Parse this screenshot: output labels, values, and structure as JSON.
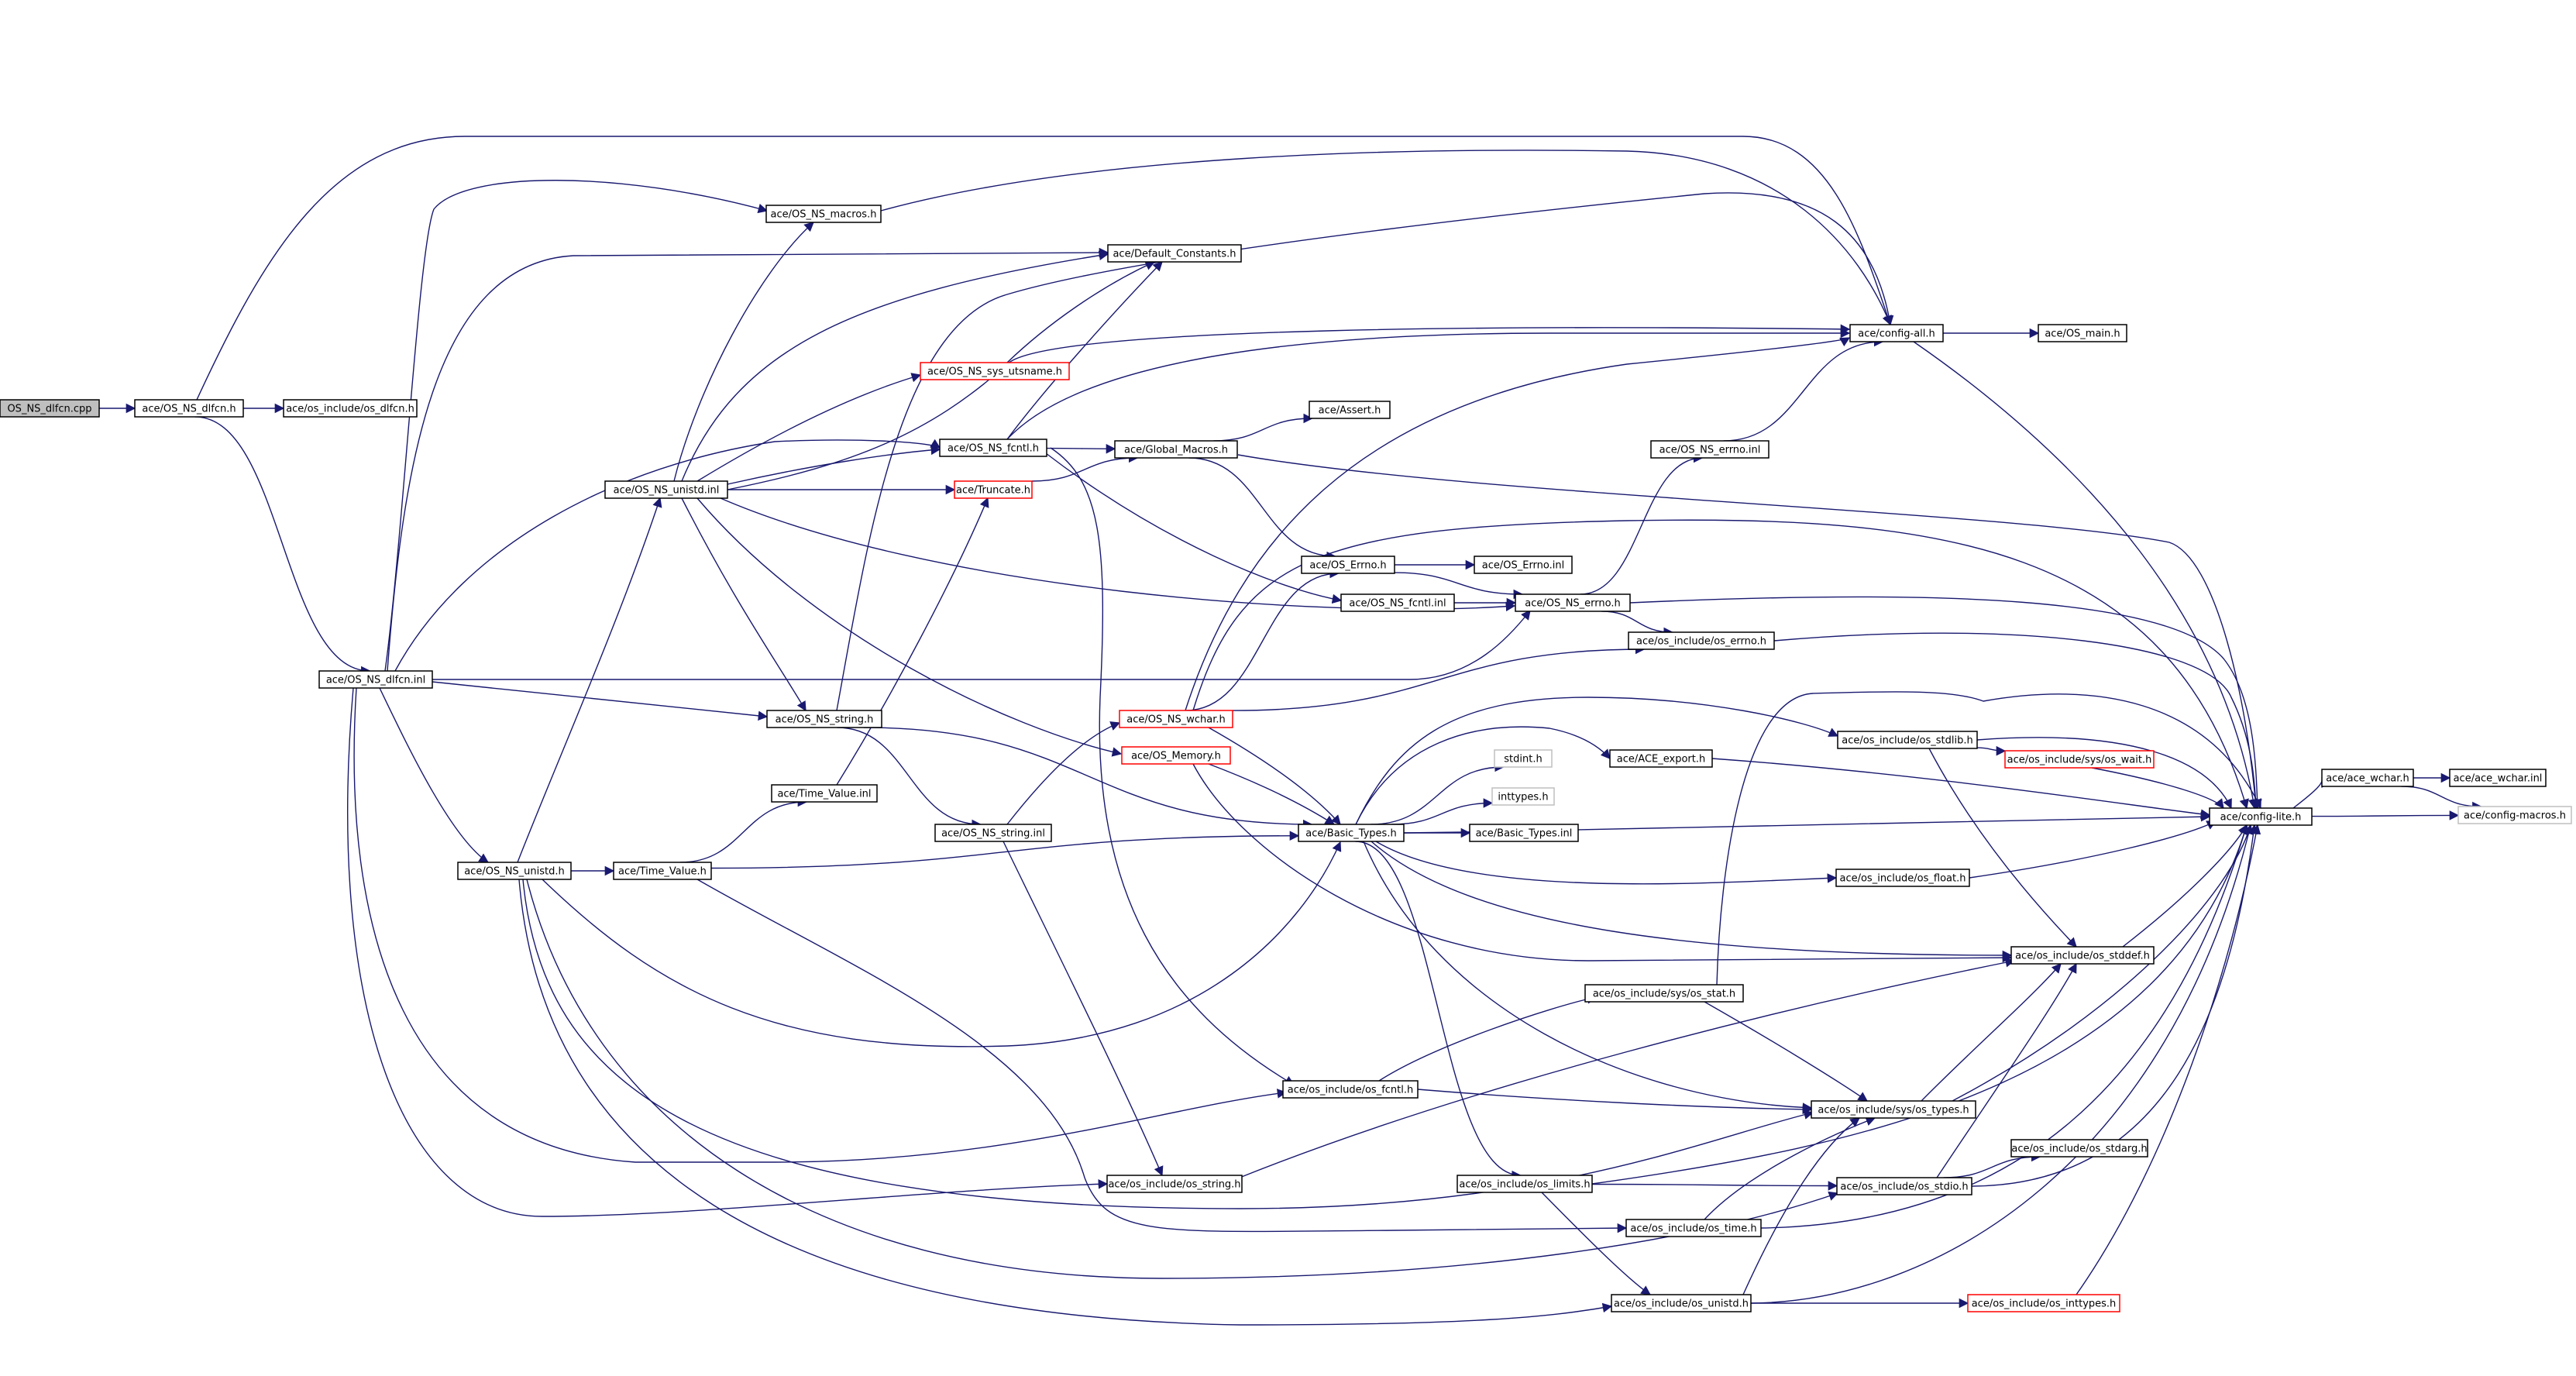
{
  "colors": {
    "edge": "#191970",
    "node_border": "#000000",
    "node_border_incomplete": "#ff0000",
    "node_border_external": "#bfbfbf",
    "root_fill": "#bfbfbf",
    "node_fill": "#ffffff"
  },
  "nodes": [
    {
      "id": "root",
      "label": "OS_NS_dlfcn.cpp",
      "style": "root"
    },
    {
      "id": "dlfcn_h",
      "label": "ace/OS_NS_dlfcn.h",
      "style": "normal"
    },
    {
      "id": "os_dlfcn",
      "label": "ace/os_include/os_dlfcn.h",
      "style": "normal"
    },
    {
      "id": "dlfcn_inl",
      "label": "ace/OS_NS_dlfcn.inl",
      "style": "normal"
    },
    {
      "id": "macros",
      "label": "ace/OS_NS_macros.h",
      "style": "normal"
    },
    {
      "id": "defconst",
      "label": "ace/Default_Constants.h",
      "style": "normal"
    },
    {
      "id": "utsname",
      "label": "ace/OS_NS_sys_utsname.h",
      "style": "incomplete"
    },
    {
      "id": "fcntl_h",
      "label": "ace/OS_NS_fcntl.h",
      "style": "normal"
    },
    {
      "id": "unistd_inl",
      "label": "ace/OS_NS_unistd.inl",
      "style": "normal"
    },
    {
      "id": "truncate",
      "label": "ace/Truncate.h",
      "style": "incomplete"
    },
    {
      "id": "global_macros",
      "label": "ace/Global_Macros.h",
      "style": "normal"
    },
    {
      "id": "assert",
      "label": "ace/Assert.h",
      "style": "normal"
    },
    {
      "id": "config_all",
      "label": "ace/config-all.h",
      "style": "normal"
    },
    {
      "id": "os_main",
      "label": "ace/OS_main.h",
      "style": "normal"
    },
    {
      "id": "errno_inl",
      "label": "ace/OS_NS_errno.inl",
      "style": "normal"
    },
    {
      "id": "os_errno_h",
      "label": "ace/OS_Errno.h",
      "style": "normal"
    },
    {
      "id": "os_errno_inl",
      "label": "ace/OS_Errno.inl",
      "style": "normal"
    },
    {
      "id": "fcntl_inl",
      "label": "ace/OS_NS_fcntl.inl",
      "style": "normal"
    },
    {
      "id": "errno_h",
      "label": "ace/OS_NS_errno.h",
      "style": "normal"
    },
    {
      "id": "os_include_errno",
      "label": "ace/os_include/os_errno.h",
      "style": "normal"
    },
    {
      "id": "string_h",
      "label": "ace/OS_NS_string.h",
      "style": "normal"
    },
    {
      "id": "wchar_h",
      "label": "ace/OS_NS_wchar.h",
      "style": "incomplete"
    },
    {
      "id": "memory",
      "label": "ace/OS_Memory.h",
      "style": "incomplete"
    },
    {
      "id": "tv_inl",
      "label": "ace/Time_Value.inl",
      "style": "normal"
    },
    {
      "id": "string_inl",
      "label": "ace/OS_NS_string.inl",
      "style": "normal"
    },
    {
      "id": "unistd_h",
      "label": "ace/OS_NS_unistd.h",
      "style": "normal"
    },
    {
      "id": "tv_h",
      "label": "ace/Time_Value.h",
      "style": "normal"
    },
    {
      "id": "basic_types",
      "label": "ace/Basic_Types.h",
      "style": "normal"
    },
    {
      "id": "stdint",
      "label": "stdint.h",
      "style": "external"
    },
    {
      "id": "inttypes",
      "label": "inttypes.h",
      "style": "external"
    },
    {
      "id": "basic_types_inl",
      "label": "ace/Basic_Types.inl",
      "style": "normal"
    },
    {
      "id": "ace_export",
      "label": "ace/ACE_export.h",
      "style": "normal"
    },
    {
      "id": "os_stdlib",
      "label": "ace/os_include/os_stdlib.h",
      "style": "normal"
    },
    {
      "id": "os_wait",
      "label": "ace/os_include/sys/os_wait.h",
      "style": "incomplete"
    },
    {
      "id": "os_float",
      "label": "ace/os_include/os_float.h",
      "style": "normal"
    },
    {
      "id": "os_stddef",
      "label": "ace/os_include/os_stddef.h",
      "style": "normal"
    },
    {
      "id": "sys_stat",
      "label": "ace/os_include/sys/os_stat.h",
      "style": "normal"
    },
    {
      "id": "os_fcntl",
      "label": "ace/os_include/os_fcntl.h",
      "style": "normal"
    },
    {
      "id": "sys_types",
      "label": "ace/os_include/sys/os_types.h",
      "style": "normal"
    },
    {
      "id": "os_string",
      "label": "ace/os_include/os_string.h",
      "style": "normal"
    },
    {
      "id": "os_limits",
      "label": "ace/os_include/os_limits.h",
      "style": "normal"
    },
    {
      "id": "os_stdio",
      "label": "ace/os_include/os_stdio.h",
      "style": "normal"
    },
    {
      "id": "os_stdarg",
      "label": "ace/os_include/os_stdarg.h",
      "style": "normal"
    },
    {
      "id": "os_time",
      "label": "ace/os_include/os_time.h",
      "style": "normal"
    },
    {
      "id": "os_unistd",
      "label": "ace/os_include/os_unistd.h",
      "style": "normal"
    },
    {
      "id": "os_inttypes",
      "label": "ace/os_include/os_inttypes.h",
      "style": "incomplete"
    },
    {
      "id": "config_lite",
      "label": "ace/config-lite.h",
      "style": "normal"
    },
    {
      "id": "ace_wchar_h",
      "label": "ace/ace_wchar.h",
      "style": "normal"
    },
    {
      "id": "ace_wchar_inl",
      "label": "ace/ace_wchar.inl",
      "style": "normal"
    },
    {
      "id": "config_macros",
      "label": "ace/config-macros.h",
      "style": "external"
    }
  ],
  "edges": [
    [
      "root",
      "dlfcn_h"
    ],
    [
      "dlfcn_h",
      "os_dlfcn"
    ],
    [
      "dlfcn_h",
      "dlfcn_inl"
    ],
    [
      "dlfcn_h",
      "config_all"
    ],
    [
      "dlfcn_inl",
      "macros"
    ],
    [
      "dlfcn_inl",
      "defconst"
    ],
    [
      "dlfcn_inl",
      "fcntl_h"
    ],
    [
      "dlfcn_inl",
      "string_h"
    ],
    [
      "dlfcn_inl",
      "unistd_h"
    ],
    [
      "dlfcn_inl",
      "errno_h"
    ],
    [
      "dlfcn_inl",
      "os_fcntl"
    ],
    [
      "dlfcn_inl",
      "os_string"
    ],
    [
      "macros",
      "config_all"
    ],
    [
      "utsname",
      "defconst"
    ],
    [
      "fcntl_h",
      "defconst"
    ],
    [
      "fcntl_h",
      "global_macros"
    ],
    [
      "fcntl_h",
      "config_all"
    ],
    [
      "fcntl_h",
      "fcntl_inl"
    ],
    [
      "fcntl_h",
      "os_fcntl"
    ],
    [
      "unistd_inl",
      "macros"
    ],
    [
      "unistd_inl",
      "defconst"
    ],
    [
      "unistd_inl",
      "utsname"
    ],
    [
      "unistd_inl",
      "fcntl_h"
    ],
    [
      "unistd_inl",
      "truncate"
    ],
    [
      "unistd_inl",
      "string_h"
    ],
    [
      "unistd_inl",
      "errno_h"
    ],
    [
      "unistd_inl",
      "memory"
    ],
    [
      "unistd_inl",
      "config_all"
    ],
    [
      "truncate",
      "global_macros"
    ],
    [
      "global_macros",
      "assert"
    ],
    [
      "global_macros",
      "os_errno_h"
    ],
    [
      "global_macros",
      "config_lite"
    ],
    [
      "config_all",
      "os_main"
    ],
    [
      "config_all",
      "config_lite"
    ],
    [
      "errno_inl",
      "config_all"
    ],
    [
      "os_errno_h",
      "os_errno_inl"
    ],
    [
      "os_errno_h",
      "errno_h"
    ],
    [
      "fcntl_inl",
      "errno_h"
    ],
    [
      "errno_h",
      "errno_inl"
    ],
    [
      "errno_h",
      "os_include_errno"
    ],
    [
      "errno_h",
      "config_lite"
    ],
    [
      "os_include_errno",
      "config_lite"
    ],
    [
      "string_h",
      "config_all"
    ],
    [
      "string_h",
      "string_inl"
    ],
    [
      "string_h",
      "basic_types"
    ],
    [
      "wchar_h",
      "config_all"
    ],
    [
      "wchar_h",
      "os_errno_h"
    ],
    [
      "wchar_h",
      "os_include_errno"
    ],
    [
      "wchar_h",
      "basic_types"
    ],
    [
      "wchar_h",
      "config_lite"
    ],
    [
      "memory",
      "basic_types"
    ],
    [
      "memory",
      "os_stddef"
    ],
    [
      "string_inl",
      "wchar_h"
    ],
    [
      "string_inl",
      "os_string"
    ],
    [
      "tv_inl",
      "truncate"
    ],
    [
      "unistd_h",
      "unistd_inl"
    ],
    [
      "unistd_h",
      "tv_h"
    ],
    [
      "unistd_h",
      "basic_types"
    ],
    [
      "unistd_h",
      "os_stdio"
    ],
    [
      "unistd_h",
      "os_unistd"
    ],
    [
      "unistd_h",
      "sys_types"
    ],
    [
      "tv_h",
      "tv_inl"
    ],
    [
      "tv_h",
      "basic_types"
    ],
    [
      "tv_h",
      "os_time"
    ],
    [
      "basic_types",
      "stdint"
    ],
    [
      "basic_types",
      "inttypes"
    ],
    [
      "basic_types",
      "basic_types_inl"
    ],
    [
      "basic_types",
      "ace_export"
    ],
    [
      "basic_types",
      "os_stdlib"
    ],
    [
      "basic_types",
      "os_float"
    ],
    [
      "basic_types",
      "os_stddef"
    ],
    [
      "basic_types",
      "sys_types"
    ],
    [
      "basic_types",
      "os_limits"
    ],
    [
      "basic_types",
      "config_lite"
    ],
    [
      "ace_export",
      "config_lite"
    ],
    [
      "os_stdlib",
      "os_wait"
    ],
    [
      "os_stdlib",
      "os_stddef"
    ],
    [
      "os_stdlib",
      "config_lite"
    ],
    [
      "os_wait",
      "config_lite"
    ],
    [
      "os_float",
      "config_lite"
    ],
    [
      "os_stddef",
      "config_lite"
    ],
    [
      "sys_stat",
      "os_stdlib"
    ],
    [
      "sys_stat",
      "sys_types"
    ],
    [
      "os_fcntl",
      "sys_stat"
    ],
    [
      "os_fcntl",
      "sys_types"
    ],
    [
      "sys_types",
      "os_stddef"
    ],
    [
      "sys_types",
      "config_lite"
    ],
    [
      "os_string",
      "os_stddef"
    ],
    [
      "os_limits",
      "os_stdio"
    ],
    [
      "os_limits",
      "os_unistd"
    ],
    [
      "os_limits",
      "config_lite"
    ],
    [
      "os_stdio",
      "os_stdarg"
    ],
    [
      "os_stdio",
      "os_stddef"
    ],
    [
      "os_stdio",
      "config_lite"
    ],
    [
      "os_time",
      "sys_types"
    ],
    [
      "os_time",
      "config_lite"
    ],
    [
      "os_unistd",
      "sys_types"
    ],
    [
      "os_unistd",
      "os_inttypes"
    ],
    [
      "os_unistd",
      "config_lite"
    ],
    [
      "os_inttypes",
      "config_lite"
    ],
    [
      "config_lite",
      "ace_wchar_h"
    ],
    [
      "config_lite",
      "config_macros"
    ],
    [
      "ace_wchar_h",
      "ace_wchar_inl"
    ],
    [
      "ace_wchar_h",
      "config_macros"
    ]
  ]
}
